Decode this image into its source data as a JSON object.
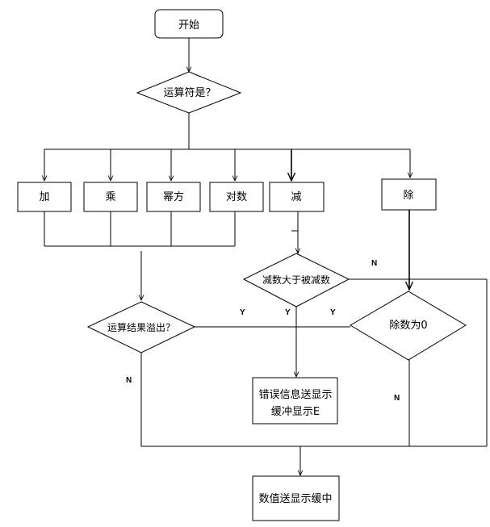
{
  "nodes": {
    "start": "开始",
    "operator_decision": "运算符是？",
    "add": "加",
    "multiply": "乘",
    "power": "幂方",
    "log": "对数",
    "subtract": "减",
    "divide": "除",
    "sub_check": "减数大于被减数",
    "overflow_check": "运算结果溢出？",
    "divisor_zero": "除数为0",
    "error_line1": "错误信息送显示",
    "error_line2": "缓冲显示E",
    "output": "数值送显示缓中"
  },
  "labels": {
    "yes": "Y",
    "no": "N"
  }
}
